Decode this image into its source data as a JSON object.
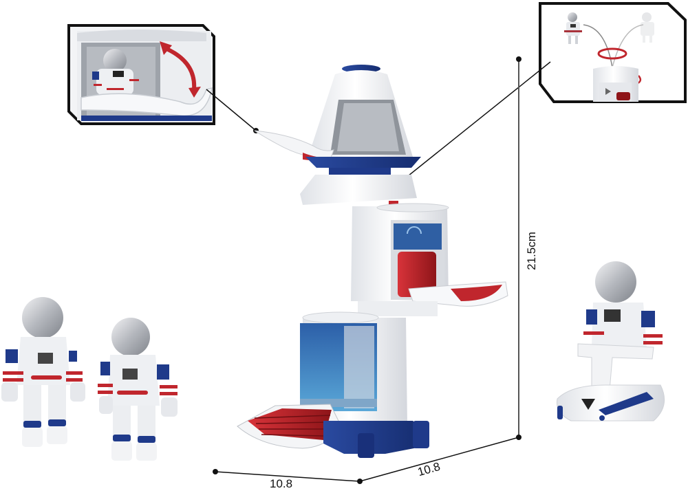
{
  "product": {
    "description": "Space station toy playset with astronaut figures",
    "colors": {
      "white": "#f4f5f7",
      "navy": "#1f3a8a",
      "red": "#c0262d",
      "silver": "#b9bcc2",
      "frame": "#111111"
    }
  },
  "dimensions": {
    "height_label": "21.5cm",
    "width_label": "10.8",
    "depth_label": "10.8"
  },
  "insets": [
    {
      "name": "capsule-hatch-inset",
      "description": "Astronaut seated in capsule with opening hatch, red double arrow"
    },
    {
      "name": "spinning-astronaut-inset",
      "description": "Astronaut launched spinning from tower top, red rotation arrows"
    }
  ],
  "figures": [
    {
      "name": "astronaut-figure-1"
    },
    {
      "name": "astronaut-figure-2"
    },
    {
      "name": "astronaut-on-scooter"
    }
  ]
}
